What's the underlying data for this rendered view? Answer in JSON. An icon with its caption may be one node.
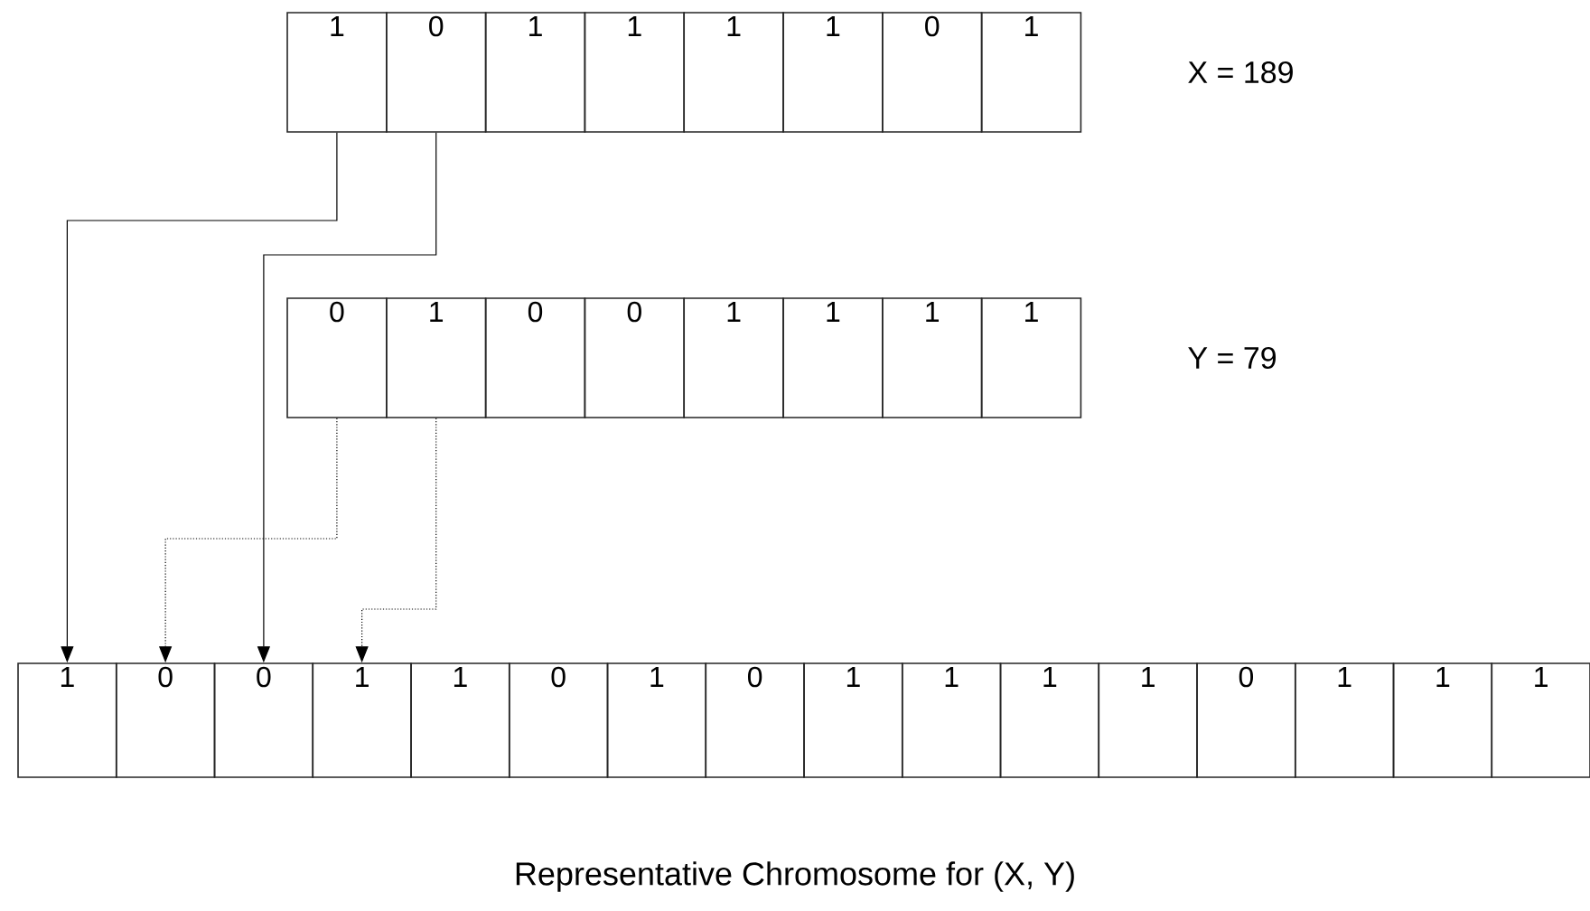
{
  "diagram": {
    "caption": "Representative Chromosome for (X, Y)",
    "nodes": [
      {
        "text": [
          "1"
        ]
      },
      {
        "text": [
          "0"
        ]
      },
      {
        "text": [
          "1"
        ]
      },
      {
        "text": [
          "1"
        ]
      },
      {
        "text": [
          "1"
        ]
      },
      {
        "text": [
          "1"
        ]
      },
      {
        "text": [
          "0"
        ]
      },
      {
        "text": [
          "1"
        ]
      },
      {
        "text": [
          "0"
        ]
      },
      {
        "text": [
          "1"
        ]
      },
      {
        "text": [
          "0"
        ]
      },
      {
        "text": [
          "0"
        ]
      },
      {
        "text": [
          "1"
        ]
      },
      {
        "text": [
          "1"
        ]
      },
      {
        "text": [
          "1"
        ]
      },
      {
        "text": [
          "1"
        ]
      },
      {
        "text": [
          "1"
        ]
      },
      {
        "text": [
          "0"
        ]
      },
      {
        "text": [
          "0"
        ]
      },
      {
        "text": [
          "1"
        ]
      },
      {
        "text": [
          "1"
        ]
      },
      {
        "text": [
          "0"
        ]
      },
      {
        "text": [
          "1"
        ]
      },
      {
        "text": [
          "0"
        ]
      },
      {
        "text": [
          "1"
        ]
      },
      {
        "text": [
          "1"
        ]
      },
      {
        "text": [
          "1"
        ]
      },
      {
        "text": [
          "1"
        ]
      },
      {
        "text": [
          "0"
        ]
      },
      {
        "text": [
          "1"
        ]
      },
      {
        "text": [
          "1"
        ]
      },
      {
        "text": [
          "1"
        ]
      }
    ],
    "edges": [
      {
        "from": 0,
        "to": 16,
        "arrow": "to"
      },
      {
        "from": 1,
        "to": 18,
        "arrow": "to"
      },
      {
        "from": 8,
        "to": 17,
        "arrow": "to",
        "style": "dashed"
      },
      {
        "from": 9,
        "to": 19,
        "arrow": "to",
        "style": "dashed"
      }
    ],
    "labels": [
      "X = 189",
      "Y = 79"
    ]
  }
}
